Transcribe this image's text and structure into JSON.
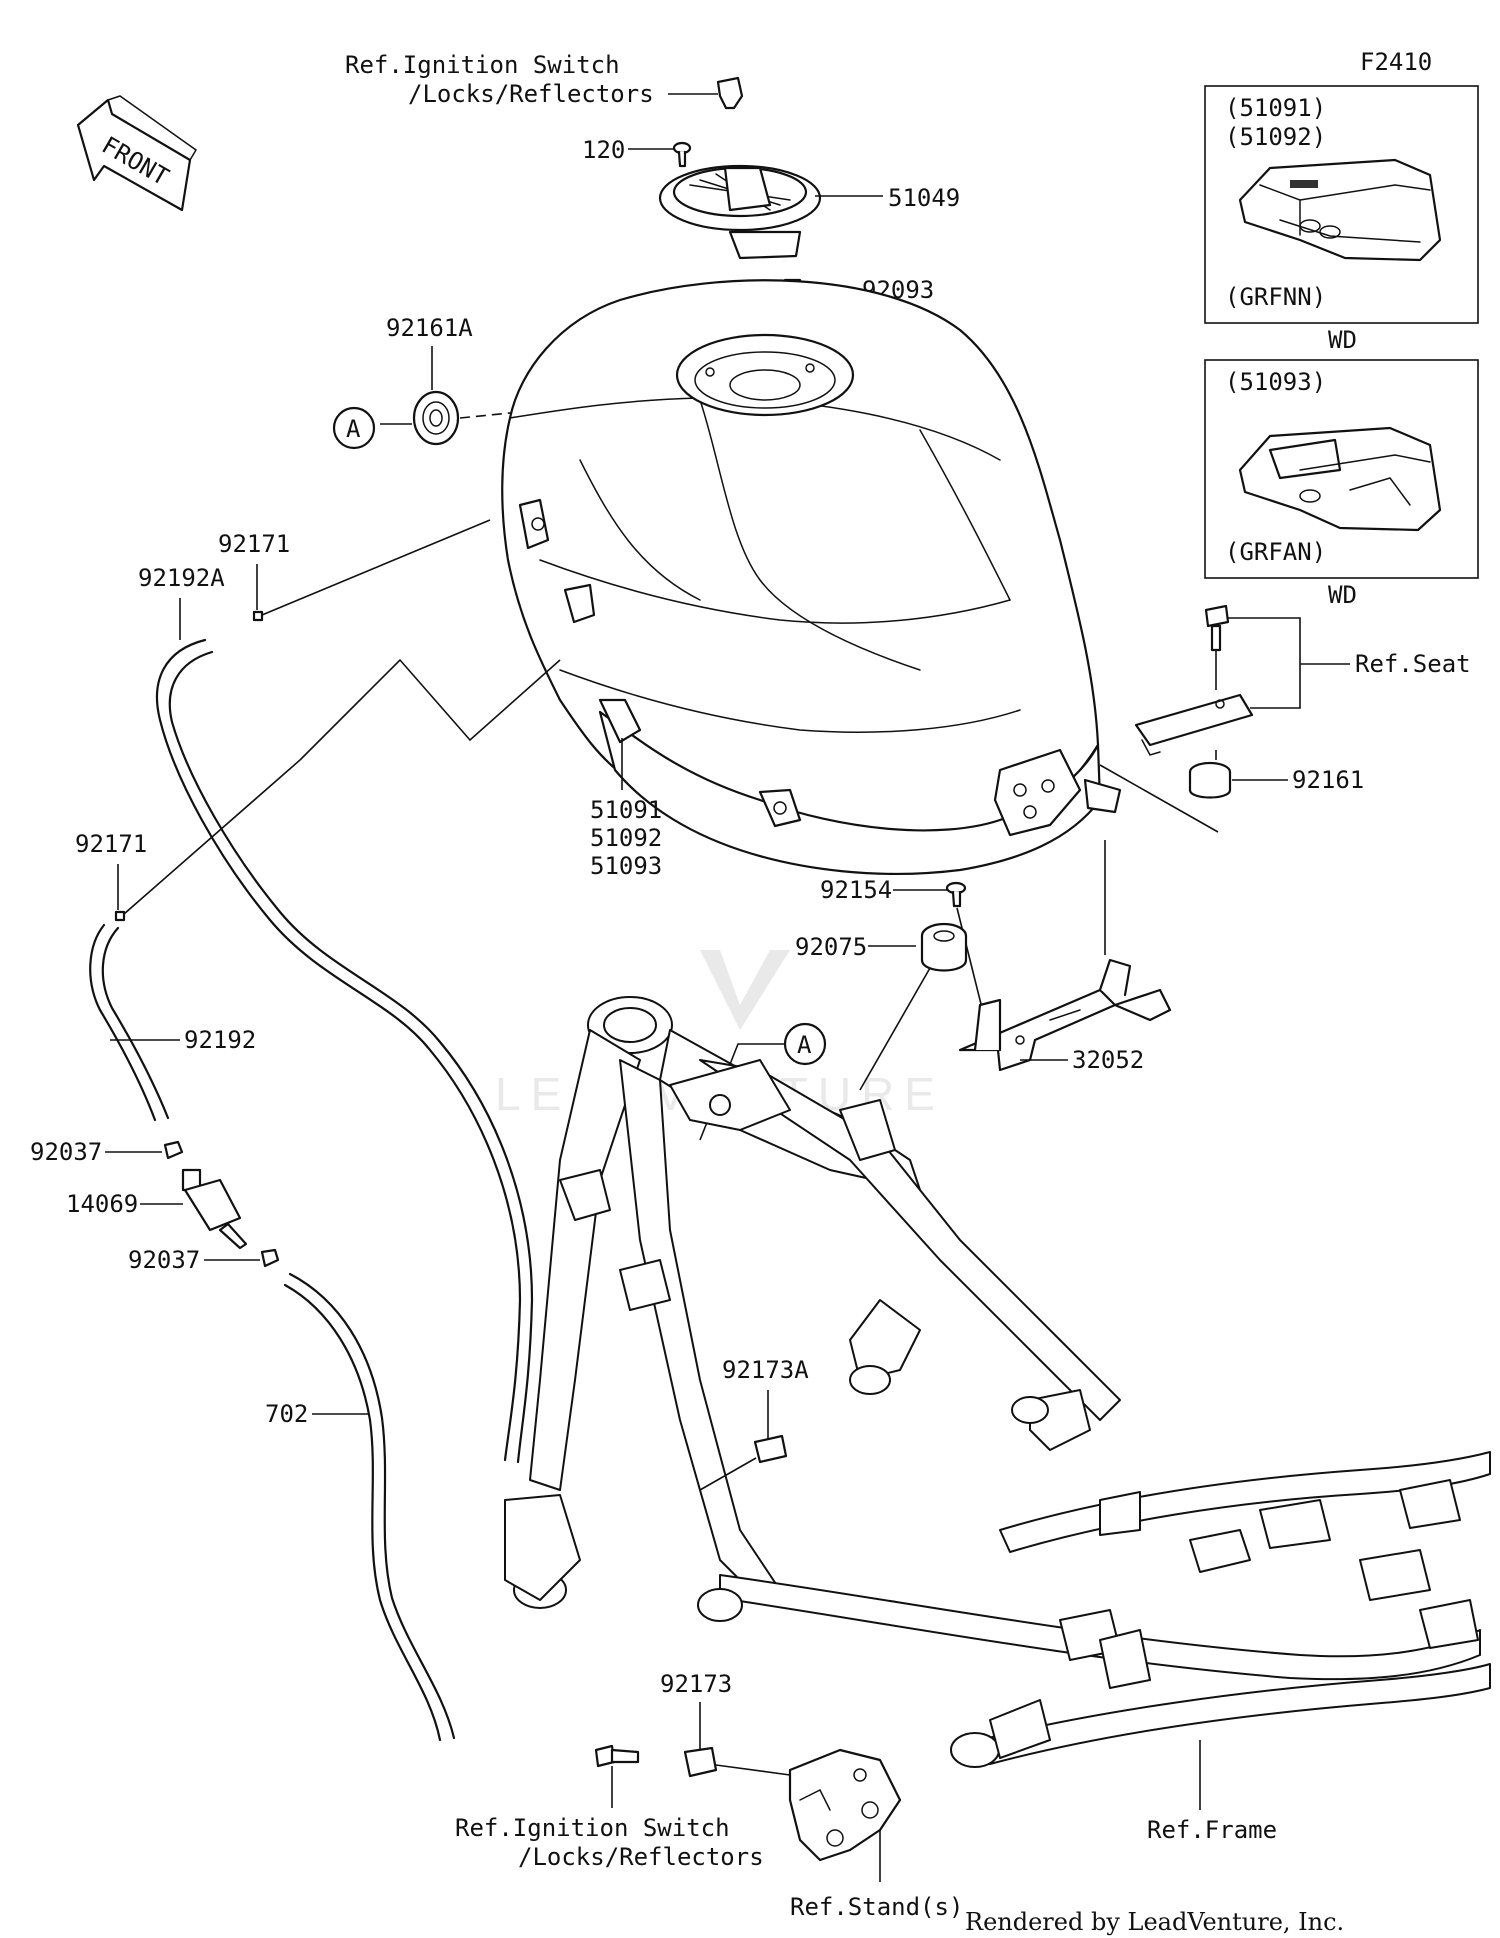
{
  "diagram_code": "F2410",
  "front_arrow": {
    "label": "FRONT",
    "icon": "front-arrow-icon"
  },
  "callout_marker": "A",
  "watermark": {
    "text": "LEADVENTURE",
    "icon": "flame-logo-icon"
  },
  "credit": "Rendered by LeadVenture, Inc.",
  "labels": {
    "ref_ignition_top_line1": "Ref.Ignition Switch",
    "ref_ignition_top_line2": "/Locks/Reflectors",
    "p120": "120",
    "p51049": "51049",
    "p92093": "92093",
    "p92161A": "92161A",
    "p92171_a": "92171",
    "p92192A": "92192A",
    "p51091": "51091",
    "p51092": "51092",
    "p51093": "51093",
    "p92171_b": "92171",
    "p92192": "92192",
    "p92037_a": "92037",
    "p14069": "14069",
    "p92037_b": "92037",
    "p702": "702",
    "ref_seat": "Ref.Seat",
    "p92161": "92161",
    "p92154": "92154",
    "p92075": "92075",
    "p32052": "32052",
    "p92173A": "92173A",
    "p92173": "92173",
    "ref_ignition_bottom_line1": "Ref.Ignition Switch",
    "ref_ignition_bottom_line2": "/Locks/Reflectors",
    "ref_stands": "Ref.Stand(s)",
    "ref_frame": "Ref.Frame"
  },
  "variant_boxes": [
    {
      "codes": [
        "(51091)",
        "(51092)"
      ],
      "color_code": "(GRFNN)",
      "footer": "WD"
    },
    {
      "codes": [
        "(51093)"
      ],
      "color_code": "(GRFAN)",
      "footer": "WD"
    }
  ]
}
